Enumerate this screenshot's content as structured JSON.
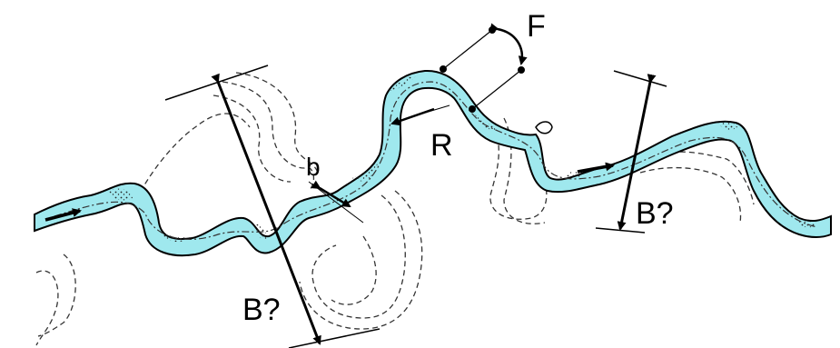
{
  "diagram": {
    "labels": {
      "F": "F",
      "R": "R",
      "b": "b",
      "B_left": "B?",
      "B_right": "B?"
    },
    "colors": {
      "channel_fill": "#9fe8ee",
      "channel_outline": "#000000",
      "dashed_lines": "#333333",
      "ink": "#000000"
    }
  }
}
